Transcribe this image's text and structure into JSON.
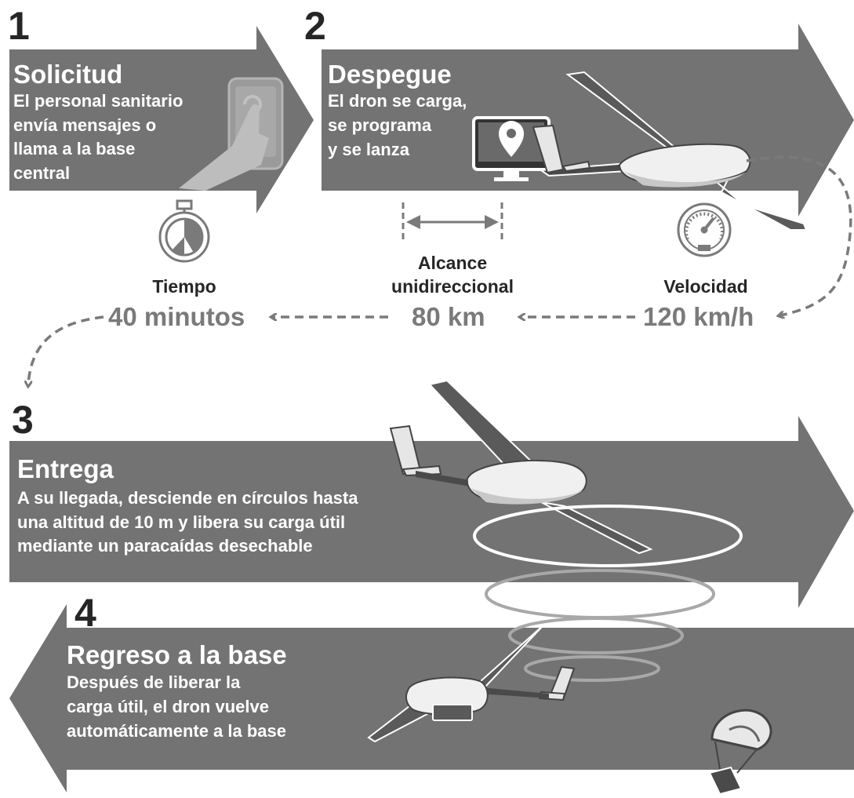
{
  "colors": {
    "arrow": "#737373",
    "dark_text": "#262626",
    "stat_text": "#7a7a7a",
    "white": "#ffffff",
    "dashes": "#7a7a7a"
  },
  "steps": [
    {
      "number": "1",
      "title": "Solicitud",
      "body": [
        "El personal sanitario",
        "envía mensajes o",
        "llama a la base",
        "central"
      ],
      "icon": "phone-touch-icon"
    },
    {
      "number": "2",
      "title": "Despegue",
      "body": [
        "El dron se carga,",
        "se programa",
        "y se lanza"
      ],
      "icon": "computer-location-icon"
    },
    {
      "number": "3",
      "title": "Entrega",
      "body": [
        "A su llegada, desciende en círculos hasta",
        "una altitud de 10 m y libera su carga útil",
        "mediante un paracaídas desechable"
      ],
      "icon": "drone-icon"
    },
    {
      "number": "4",
      "title": "Regreso a la base",
      "body": [
        "Después de liberar la",
        "carga útil, el dron vuelve",
        "automáticamente a la base"
      ],
      "icon": "drone-icon"
    }
  ],
  "stats": {
    "time": {
      "label": "Tiempo",
      "value": "40 minutos",
      "icon": "stopwatch-icon"
    },
    "range": {
      "label": [
        "Alcance",
        "unidireccional"
      ],
      "value": "80 km",
      "icon": "range-arrow-icon"
    },
    "speed": {
      "label": "Velocidad",
      "value": "120 km/h",
      "icon": "speedometer-icon"
    }
  }
}
